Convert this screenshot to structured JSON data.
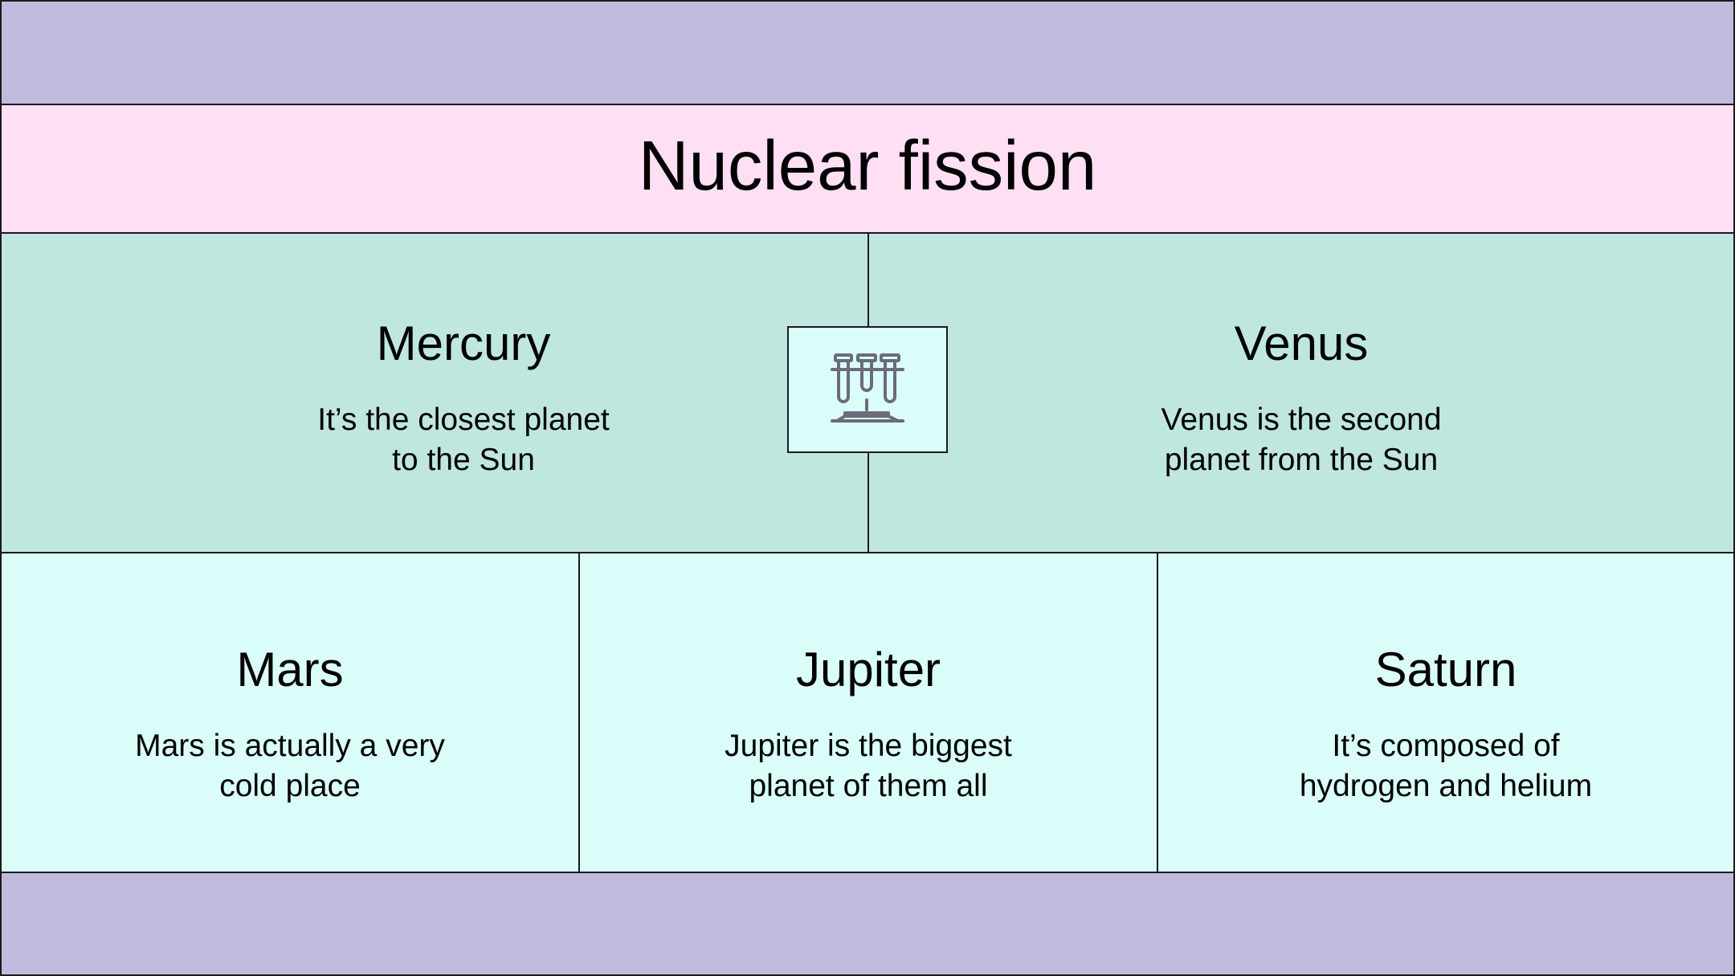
{
  "slide": {
    "title": "Nuclear fission"
  },
  "items": {
    "mercury": {
      "title": "Mercury",
      "description": "It’s the closest planet\nto the Sun"
    },
    "venus": {
      "title": "Venus",
      "description": "Venus is the second\nplanet from the Sun"
    },
    "mars": {
      "title": "Mars",
      "description": "Mars is actually a very\ncold place"
    },
    "jupiter": {
      "title": "Jupiter",
      "description": "Jupiter is the biggest\nplanet of them all"
    },
    "saturn": {
      "title": "Saturn",
      "description": "It’s composed of\nhydrogen and helium"
    }
  },
  "icon": {
    "name": "test-tubes-icon"
  },
  "colors": {
    "band": "#c0bbdd",
    "title_band": "#ffdff4",
    "mid_row": "#c0e6e0",
    "low_row": "#dbfdfa",
    "border": "#1a1a1a",
    "icon_stroke": "#6b6b7a"
  }
}
